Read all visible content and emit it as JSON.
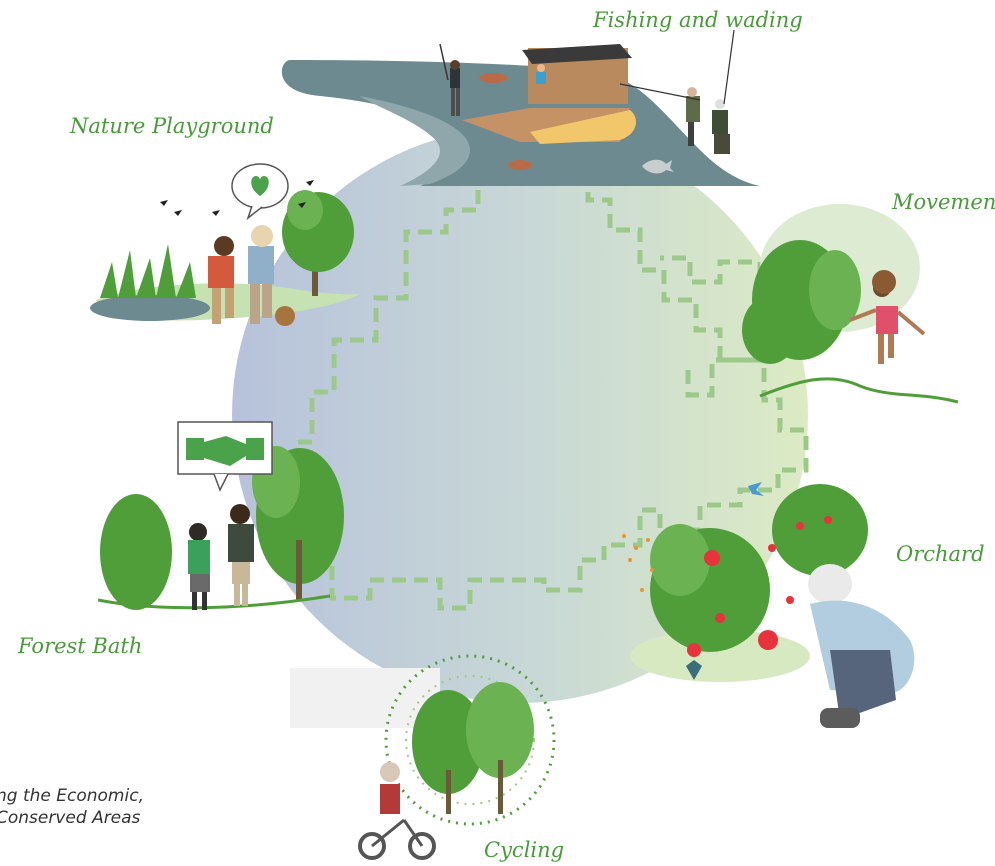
{
  "labels": {
    "fishing": "Fishing and wading",
    "playground": "Nature Playground",
    "movement": "Movement",
    "orchard": "Orchard",
    "forest_bath": "Forest Bath",
    "cycling": "Cycling"
  },
  "caption": {
    "line1": "ng the Economic,",
    "line2": "Conserved Areas"
  },
  "colors": {
    "label_green": "#4a9a3c",
    "tree_green": "#4f9e3a",
    "dash_green": "#9cc98a",
    "circle_blue": "#b9c4dc",
    "circle_green": "#d7e9c1",
    "water": "#6d8a91"
  },
  "icons": [
    "heart-icon",
    "handshake-icon",
    "fish-icon",
    "bird-icon"
  ]
}
